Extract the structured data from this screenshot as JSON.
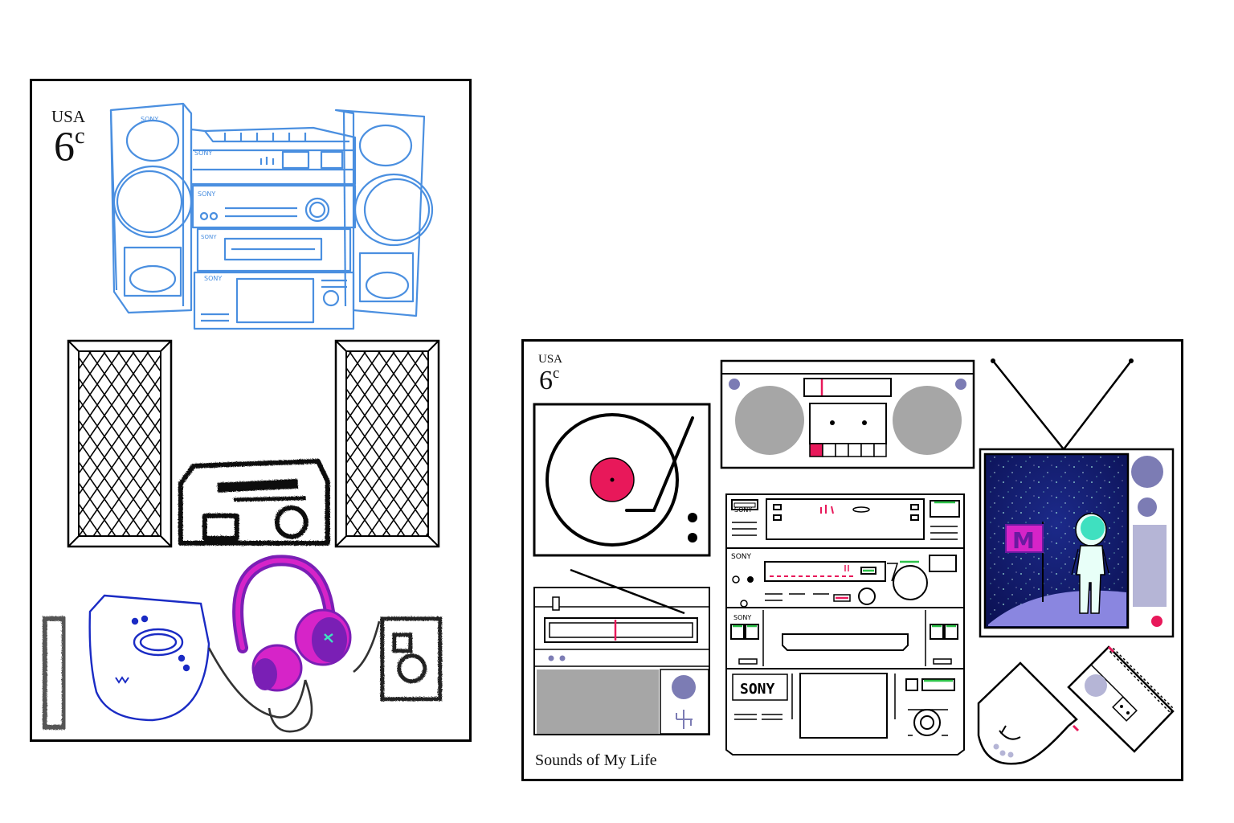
{
  "stamps": {
    "left": {
      "country": "USA",
      "value": "6",
      "unit": "c",
      "brand_labels": [
        "SONY",
        "SONY",
        "SONY",
        "SONY",
        "SONY"
      ]
    },
    "right": {
      "country": "USA",
      "value": "6",
      "unit": "c",
      "caption": "Sounds of My Life",
      "brand_labels": [
        "SONY",
        "SONY",
        "SONY",
        "SONY"
      ],
      "flag_letter": "M"
    }
  },
  "colors": {
    "sketch_blue": "#4a8fe0",
    "accent_pink": "#e8185a",
    "speaker_grey": "#a6a6a6",
    "lavender": "#7c7cb4",
    "light_lavender": "#b5b5d6",
    "space_navy": "#141c6e",
    "planet_purple": "#8a86e0",
    "astronaut_teal": "#3fe0c0",
    "headphone_magenta": "#d624c8",
    "headphone_purple": "#7a1fb5",
    "player_blue": "#1a2bc4",
    "lcd_green": "#2ec24a"
  },
  "icons": {
    "left_art": [
      "stereo-system-sketch-icon",
      "speaker-grille-icon",
      "boombox-scribble-icon",
      "cd-player-icon",
      "headphones-icon",
      "walkman-icon",
      "remote-icon"
    ],
    "right_art": [
      "turntable-icon",
      "boombox-icon",
      "stereo-stack-icon",
      "radio-icon",
      "tv-icon",
      "astronaut-icon",
      "cd-player-icon",
      "walkman-icon"
    ]
  }
}
